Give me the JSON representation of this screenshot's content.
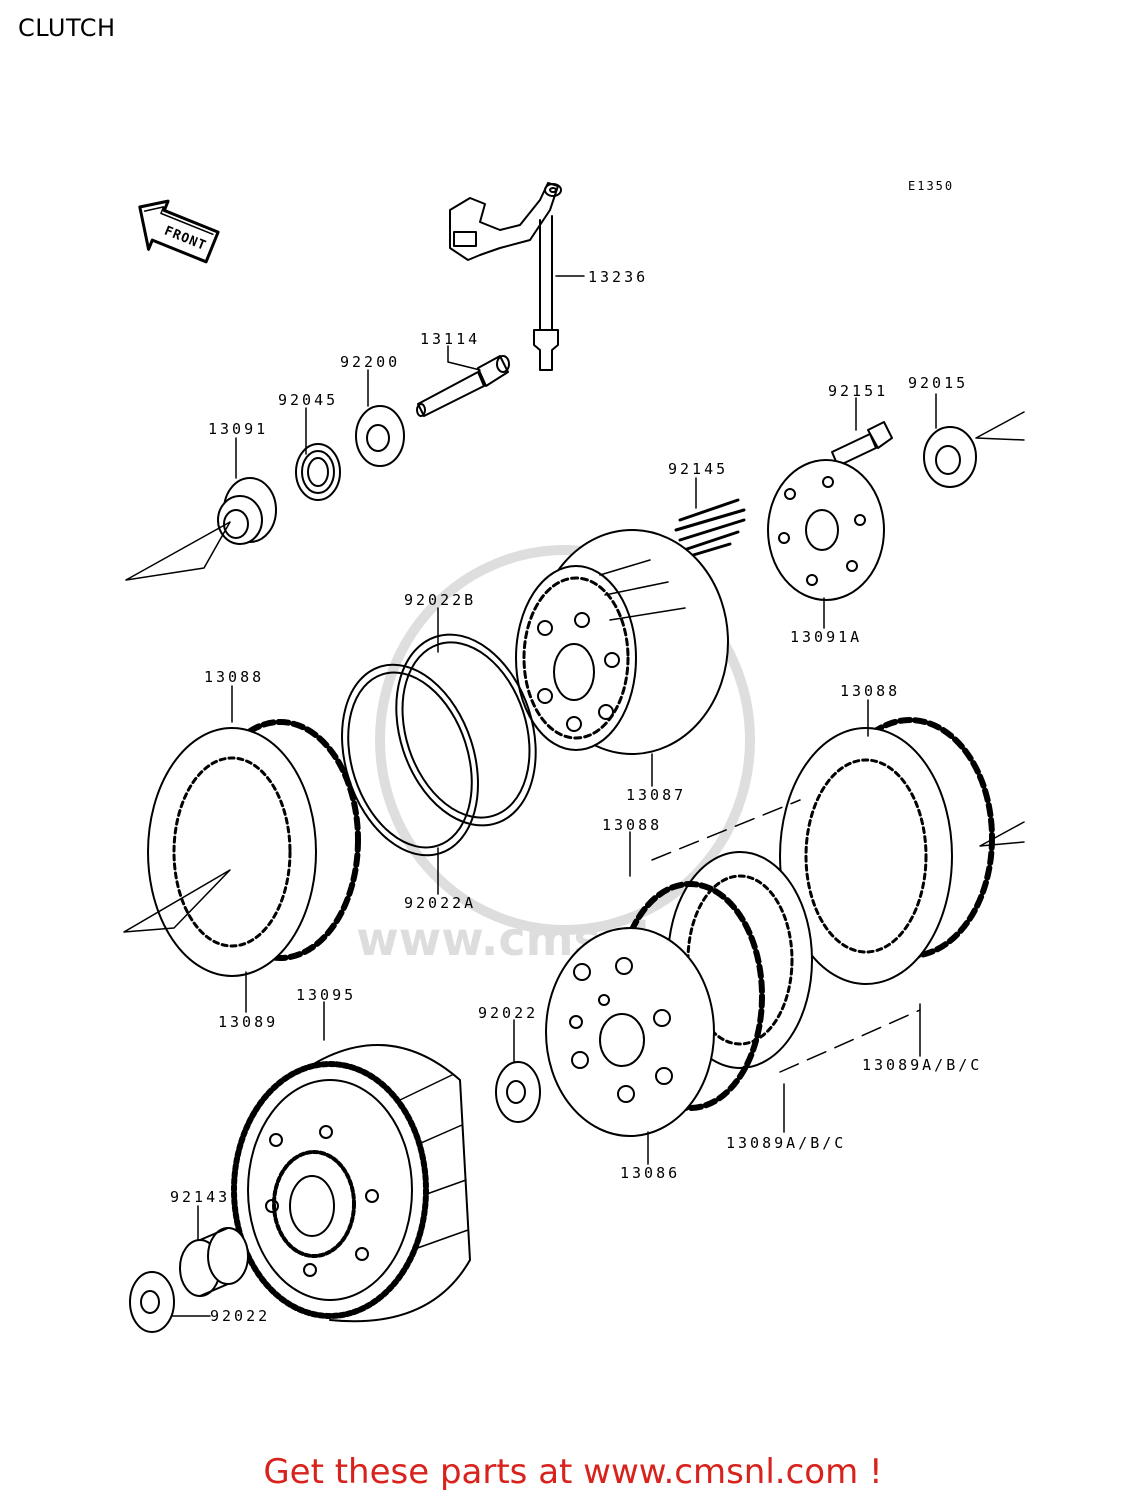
{
  "page": {
    "title": "CLUTCH"
  },
  "diagram": {
    "code": "E1350",
    "front_arrow_label": "FRONT",
    "watermark": "www.cmsnl.com",
    "parts": [
      {
        "id": "p13236",
        "label": "13236"
      },
      {
        "id": "p13114",
        "label": "13114"
      },
      {
        "id": "p92200",
        "label": "92200"
      },
      {
        "id": "p92045",
        "label": "92045"
      },
      {
        "id": "p13091",
        "label": "13091"
      },
      {
        "id": "p92151",
        "label": "92151"
      },
      {
        "id": "p92015",
        "label": "92015"
      },
      {
        "id": "p92145",
        "label": "92145"
      },
      {
        "id": "p13091a",
        "label": "13091A"
      },
      {
        "id": "p92022b",
        "label": "92022B"
      },
      {
        "id": "p13088a",
        "label": "13088"
      },
      {
        "id": "p13088b",
        "label": "13088"
      },
      {
        "id": "p13087",
        "label": "13087"
      },
      {
        "id": "p13088c",
        "label": "13088"
      },
      {
        "id": "p92022a",
        "label": "92022A"
      },
      {
        "id": "p13089",
        "label": "13089"
      },
      {
        "id": "p13095",
        "label": "13095"
      },
      {
        "id": "p92022",
        "label": "92022"
      },
      {
        "id": "p13089abc1",
        "label": "13089A/B/C"
      },
      {
        "id": "p13089abc2",
        "label": "13089A/B/C"
      },
      {
        "id": "p13086",
        "label": "13086"
      },
      {
        "id": "p92143",
        "label": "92143"
      },
      {
        "id": "p92022c",
        "label": "92022"
      }
    ]
  },
  "footer": {
    "text": "Get these parts at www.cmsnl.com !",
    "color": "#d8221c"
  }
}
